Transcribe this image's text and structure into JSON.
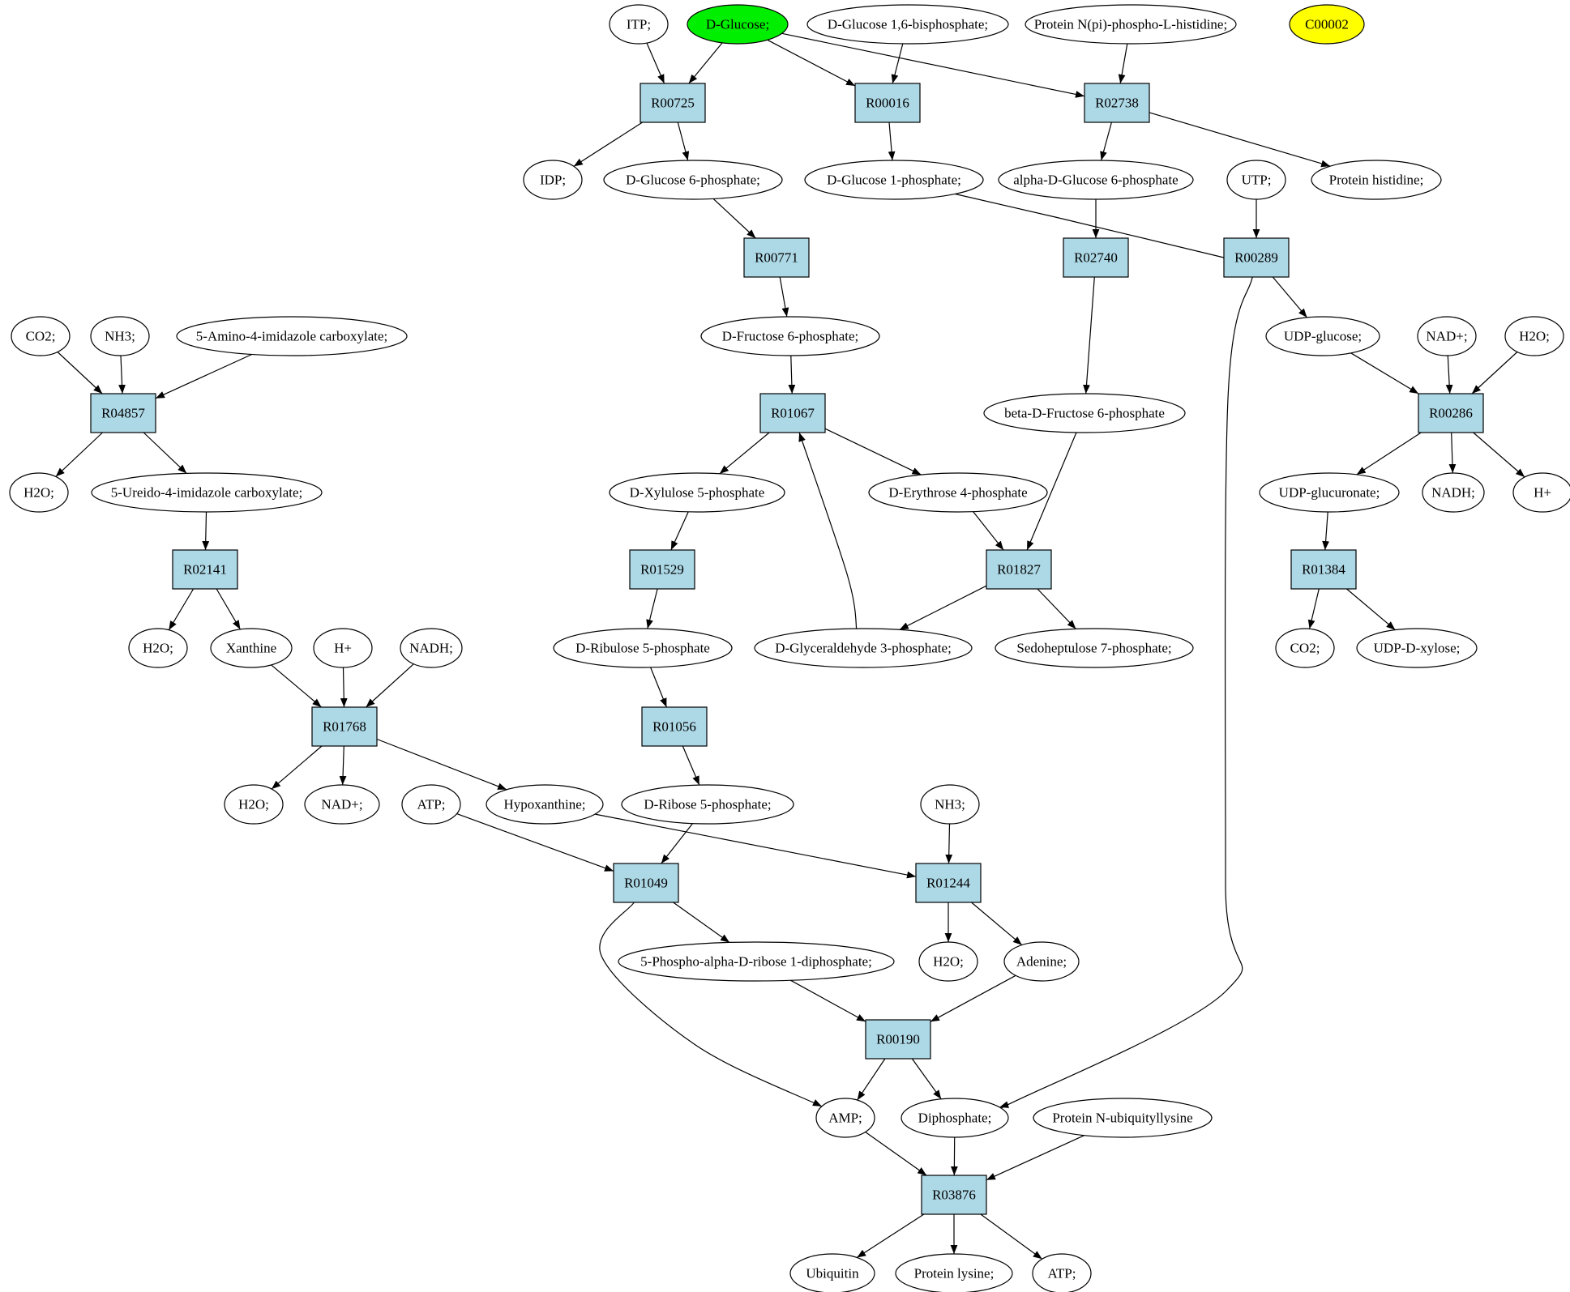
{
  "colors": {
    "reaction": "#add8e6",
    "compound": "#ffffff",
    "highlight_green": "#00ee00",
    "highlight_yellow": "#ffff00",
    "stroke": "#000000"
  },
  "nodes": [
    {
      "id": "itp",
      "kind": "compound",
      "label": "ITP;"
    },
    {
      "id": "dglucose",
      "kind": "compound",
      "label": "D-Glucose;",
      "fill": "highlight_green"
    },
    {
      "id": "dg16bp",
      "kind": "compound",
      "label": "D-Glucose 1,6-bisphosphate;"
    },
    {
      "id": "protnpi",
      "kind": "compound",
      "label": "Protein N(pi)-phospho-L-histidine;"
    },
    {
      "id": "c00002",
      "kind": "compound",
      "label": "C00002",
      "fill": "highlight_yellow"
    },
    {
      "id": "r00725",
      "kind": "reaction",
      "label": "R00725"
    },
    {
      "id": "r00016",
      "kind": "reaction",
      "label": "R00016"
    },
    {
      "id": "r02738",
      "kind": "reaction",
      "label": "R02738"
    },
    {
      "id": "idp",
      "kind": "compound",
      "label": "IDP;"
    },
    {
      "id": "dg6p",
      "kind": "compound",
      "label": "D-Glucose 6-phosphate;"
    },
    {
      "id": "dg1p",
      "kind": "compound",
      "label": "D-Glucose 1-phosphate;"
    },
    {
      "id": "adg6p",
      "kind": "compound",
      "label": "alpha-D-Glucose 6-phosphate"
    },
    {
      "id": "utp",
      "kind": "compound",
      "label": "UTP;"
    },
    {
      "id": "prothis",
      "kind": "compound",
      "label": "Protein histidine;"
    },
    {
      "id": "r00771",
      "kind": "reaction",
      "label": "R00771"
    },
    {
      "id": "r02740",
      "kind": "reaction",
      "label": "R02740"
    },
    {
      "id": "r00289",
      "kind": "reaction",
      "label": "R00289"
    },
    {
      "id": "co2a",
      "kind": "compound",
      "label": "CO2;"
    },
    {
      "id": "nh3a",
      "kind": "compound",
      "label": "NH3;"
    },
    {
      "id": "aic",
      "kind": "compound",
      "label": "5-Amino-4-imidazole carboxylate;"
    },
    {
      "id": "df6p",
      "kind": "compound",
      "label": "D-Fructose 6-phosphate;"
    },
    {
      "id": "udpglc",
      "kind": "compound",
      "label": "UDP-glucose;"
    },
    {
      "id": "nadp1",
      "kind": "compound",
      "label": "NAD+;"
    },
    {
      "id": "h2o_r",
      "kind": "compound",
      "label": "H2O;"
    },
    {
      "id": "r04857",
      "kind": "reaction",
      "label": "R04857"
    },
    {
      "id": "r01067",
      "kind": "reaction",
      "label": "R01067"
    },
    {
      "id": "bdf6p",
      "kind": "compound",
      "label": "beta-D-Fructose 6-phosphate"
    },
    {
      "id": "r00286",
      "kind": "reaction",
      "label": "R00286"
    },
    {
      "id": "h2o_a",
      "kind": "compound",
      "label": "H2O;"
    },
    {
      "id": "uaic",
      "kind": "compound",
      "label": "5-Ureido-4-imidazole carboxylate;"
    },
    {
      "id": "dx5p",
      "kind": "compound",
      "label": "D-Xylulose 5-phosphate"
    },
    {
      "id": "de4p",
      "kind": "compound",
      "label": "D-Erythrose 4-phosphate"
    },
    {
      "id": "udpglcu",
      "kind": "compound",
      "label": "UDP-glucuronate;"
    },
    {
      "id": "nadh_r",
      "kind": "compound",
      "label": "NADH;"
    },
    {
      "id": "hplus_r",
      "kind": "compound",
      "label": "H+"
    },
    {
      "id": "r02141",
      "kind": "reaction",
      "label": "R02141"
    },
    {
      "id": "r01529",
      "kind": "reaction",
      "label": "R01529"
    },
    {
      "id": "r01827",
      "kind": "reaction",
      "label": "R01827"
    },
    {
      "id": "r01384",
      "kind": "reaction",
      "label": "R01384"
    },
    {
      "id": "h2o_b",
      "kind": "compound",
      "label": "H2O;"
    },
    {
      "id": "xanthine",
      "kind": "compound",
      "label": "Xanthine"
    },
    {
      "id": "hplus_m",
      "kind": "compound",
      "label": "H+"
    },
    {
      "id": "nadh_m",
      "kind": "compound",
      "label": "NADH;"
    },
    {
      "id": "dru5p",
      "kind": "compound",
      "label": "D-Ribulose 5-phosphate"
    },
    {
      "id": "dga3p",
      "kind": "compound",
      "label": "D-Glyceraldehyde 3-phosphate;"
    },
    {
      "id": "s7p",
      "kind": "compound",
      "label": "Sedoheptulose 7-phosphate;"
    },
    {
      "id": "co2b",
      "kind": "compound",
      "label": "CO2;"
    },
    {
      "id": "udpxyl",
      "kind": "compound",
      "label": "UDP-D-xylose;"
    },
    {
      "id": "r01768",
      "kind": "reaction",
      "label": "R01768"
    },
    {
      "id": "r01056",
      "kind": "reaction",
      "label": "R01056"
    },
    {
      "id": "h2o_c",
      "kind": "compound",
      "label": "H2O;"
    },
    {
      "id": "nadp2",
      "kind": "compound",
      "label": "NAD+;"
    },
    {
      "id": "atp_m",
      "kind": "compound",
      "label": "ATP;"
    },
    {
      "id": "hypox",
      "kind": "compound",
      "label": "Hypoxanthine;"
    },
    {
      "id": "dr5p",
      "kind": "compound",
      "label": "D-Ribose 5-phosphate;"
    },
    {
      "id": "nh3b",
      "kind": "compound",
      "label": "NH3;"
    },
    {
      "id": "r01049",
      "kind": "reaction",
      "label": "R01049"
    },
    {
      "id": "r01244",
      "kind": "reaction",
      "label": "R01244"
    },
    {
      "id": "prpp",
      "kind": "compound",
      "label": "5-Phospho-alpha-D-ribose 1-diphosphate;"
    },
    {
      "id": "h2o_d",
      "kind": "compound",
      "label": "H2O;"
    },
    {
      "id": "adenine",
      "kind": "compound",
      "label": "Adenine;"
    },
    {
      "id": "r00190",
      "kind": "reaction",
      "label": "R00190"
    },
    {
      "id": "amp",
      "kind": "compound",
      "label": "AMP;"
    },
    {
      "id": "diphos",
      "kind": "compound",
      "label": "Diphosphate;"
    },
    {
      "id": "protnub",
      "kind": "compound",
      "label": "Protein N-ubiquityllysine"
    },
    {
      "id": "r03876",
      "kind": "reaction",
      "label": "R03876"
    },
    {
      "id": "ubiquitin",
      "kind": "compound",
      "label": "Ubiquitin"
    },
    {
      "id": "protlys",
      "kind": "compound",
      "label": "Protein lysine;"
    },
    {
      "id": "atp_b",
      "kind": "compound",
      "label": "ATP;"
    }
  ],
  "edges": [
    {
      "from": "itp",
      "to": "r00725"
    },
    {
      "from": "dglucose",
      "to": "r00725"
    },
    {
      "from": "dglucose",
      "to": "r00016"
    },
    {
      "from": "dglucose",
      "to": "r02738"
    },
    {
      "from": "dg16bp",
      "to": "r00016"
    },
    {
      "from": "protnpi",
      "to": "r02738"
    },
    {
      "from": "r00725",
      "to": "idp"
    },
    {
      "from": "r00725",
      "to": "dg6p"
    },
    {
      "from": "r00016",
      "to": "dg1p"
    },
    {
      "from": "r02738",
      "to": "adg6p"
    },
    {
      "from": "r02738",
      "to": "prothis"
    },
    {
      "from": "dg6p",
      "to": "r00771"
    },
    {
      "from": "adg6p",
      "to": "r02740"
    },
    {
      "from": "dg1p",
      "to": "r00289"
    },
    {
      "from": "utp",
      "to": "r00289"
    },
    {
      "from": "r00771",
      "to": "df6p"
    },
    {
      "from": "r02740",
      "to": "bdf6p"
    },
    {
      "from": "r00289",
      "to": "udpglc"
    },
    {
      "from": "r00289",
      "to": "diphos"
    },
    {
      "from": "co2a",
      "to": "r04857"
    },
    {
      "from": "nh3a",
      "to": "r04857"
    },
    {
      "from": "aic",
      "to": "r04857"
    },
    {
      "from": "r04857",
      "to": "h2o_a"
    },
    {
      "from": "r04857",
      "to": "uaic"
    },
    {
      "from": "uaic",
      "to": "r02141"
    },
    {
      "from": "r02141",
      "to": "h2o_b"
    },
    {
      "from": "r02141",
      "to": "xanthine"
    },
    {
      "from": "df6p",
      "to": "r01067"
    },
    {
      "from": "dga3p",
      "to": "r01067"
    },
    {
      "from": "r01067",
      "to": "dx5p"
    },
    {
      "from": "r01067",
      "to": "de4p"
    },
    {
      "from": "dx5p",
      "to": "r01529"
    },
    {
      "from": "r01529",
      "to": "dru5p"
    },
    {
      "from": "de4p",
      "to": "r01827"
    },
    {
      "from": "bdf6p",
      "to": "r01827"
    },
    {
      "from": "r01827",
      "to": "dga3p"
    },
    {
      "from": "r01827",
      "to": "s7p"
    },
    {
      "from": "udpglc",
      "to": "r00286"
    },
    {
      "from": "nadp1",
      "to": "r00286"
    },
    {
      "from": "h2o_r",
      "to": "r00286"
    },
    {
      "from": "r00286",
      "to": "udpglcu"
    },
    {
      "from": "r00286",
      "to": "nadh_r"
    },
    {
      "from": "r00286",
      "to": "hplus_r"
    },
    {
      "from": "udpglcu",
      "to": "r01384"
    },
    {
      "from": "r01384",
      "to": "co2b"
    },
    {
      "from": "r01384",
      "to": "udpxyl"
    },
    {
      "from": "xanthine",
      "to": "r01768"
    },
    {
      "from": "hplus_m",
      "to": "r01768"
    },
    {
      "from": "nadh_m",
      "to": "r01768"
    },
    {
      "from": "r01768",
      "to": "h2o_c"
    },
    {
      "from": "r01768",
      "to": "nadp2"
    },
    {
      "from": "r01768",
      "to": "hypox"
    },
    {
      "from": "dru5p",
      "to": "r01056"
    },
    {
      "from": "r01056",
      "to": "dr5p"
    },
    {
      "from": "atp_m",
      "to": "r01049"
    },
    {
      "from": "dr5p",
      "to": "r01049"
    },
    {
      "from": "hypox",
      "to": "r01244"
    },
    {
      "from": "nh3b",
      "to": "r01244"
    },
    {
      "from": "r01049",
      "to": "prpp"
    },
    {
      "from": "r01049",
      "to": "amp"
    },
    {
      "from": "r01244",
      "to": "h2o_d"
    },
    {
      "from": "r01244",
      "to": "adenine"
    },
    {
      "from": "prpp",
      "to": "r00190"
    },
    {
      "from": "adenine",
      "to": "r00190"
    },
    {
      "from": "r00190",
      "to": "amp"
    },
    {
      "from": "r00190",
      "to": "diphos"
    },
    {
      "from": "amp",
      "to": "r03876"
    },
    {
      "from": "diphos",
      "to": "r03876"
    },
    {
      "from": "protnub",
      "to": "r03876"
    },
    {
      "from": "r03876",
      "to": "ubiquitin"
    },
    {
      "from": "r03876",
      "to": "protlys"
    },
    {
      "from": "r03876",
      "to": "atp_b"
    }
  ]
}
